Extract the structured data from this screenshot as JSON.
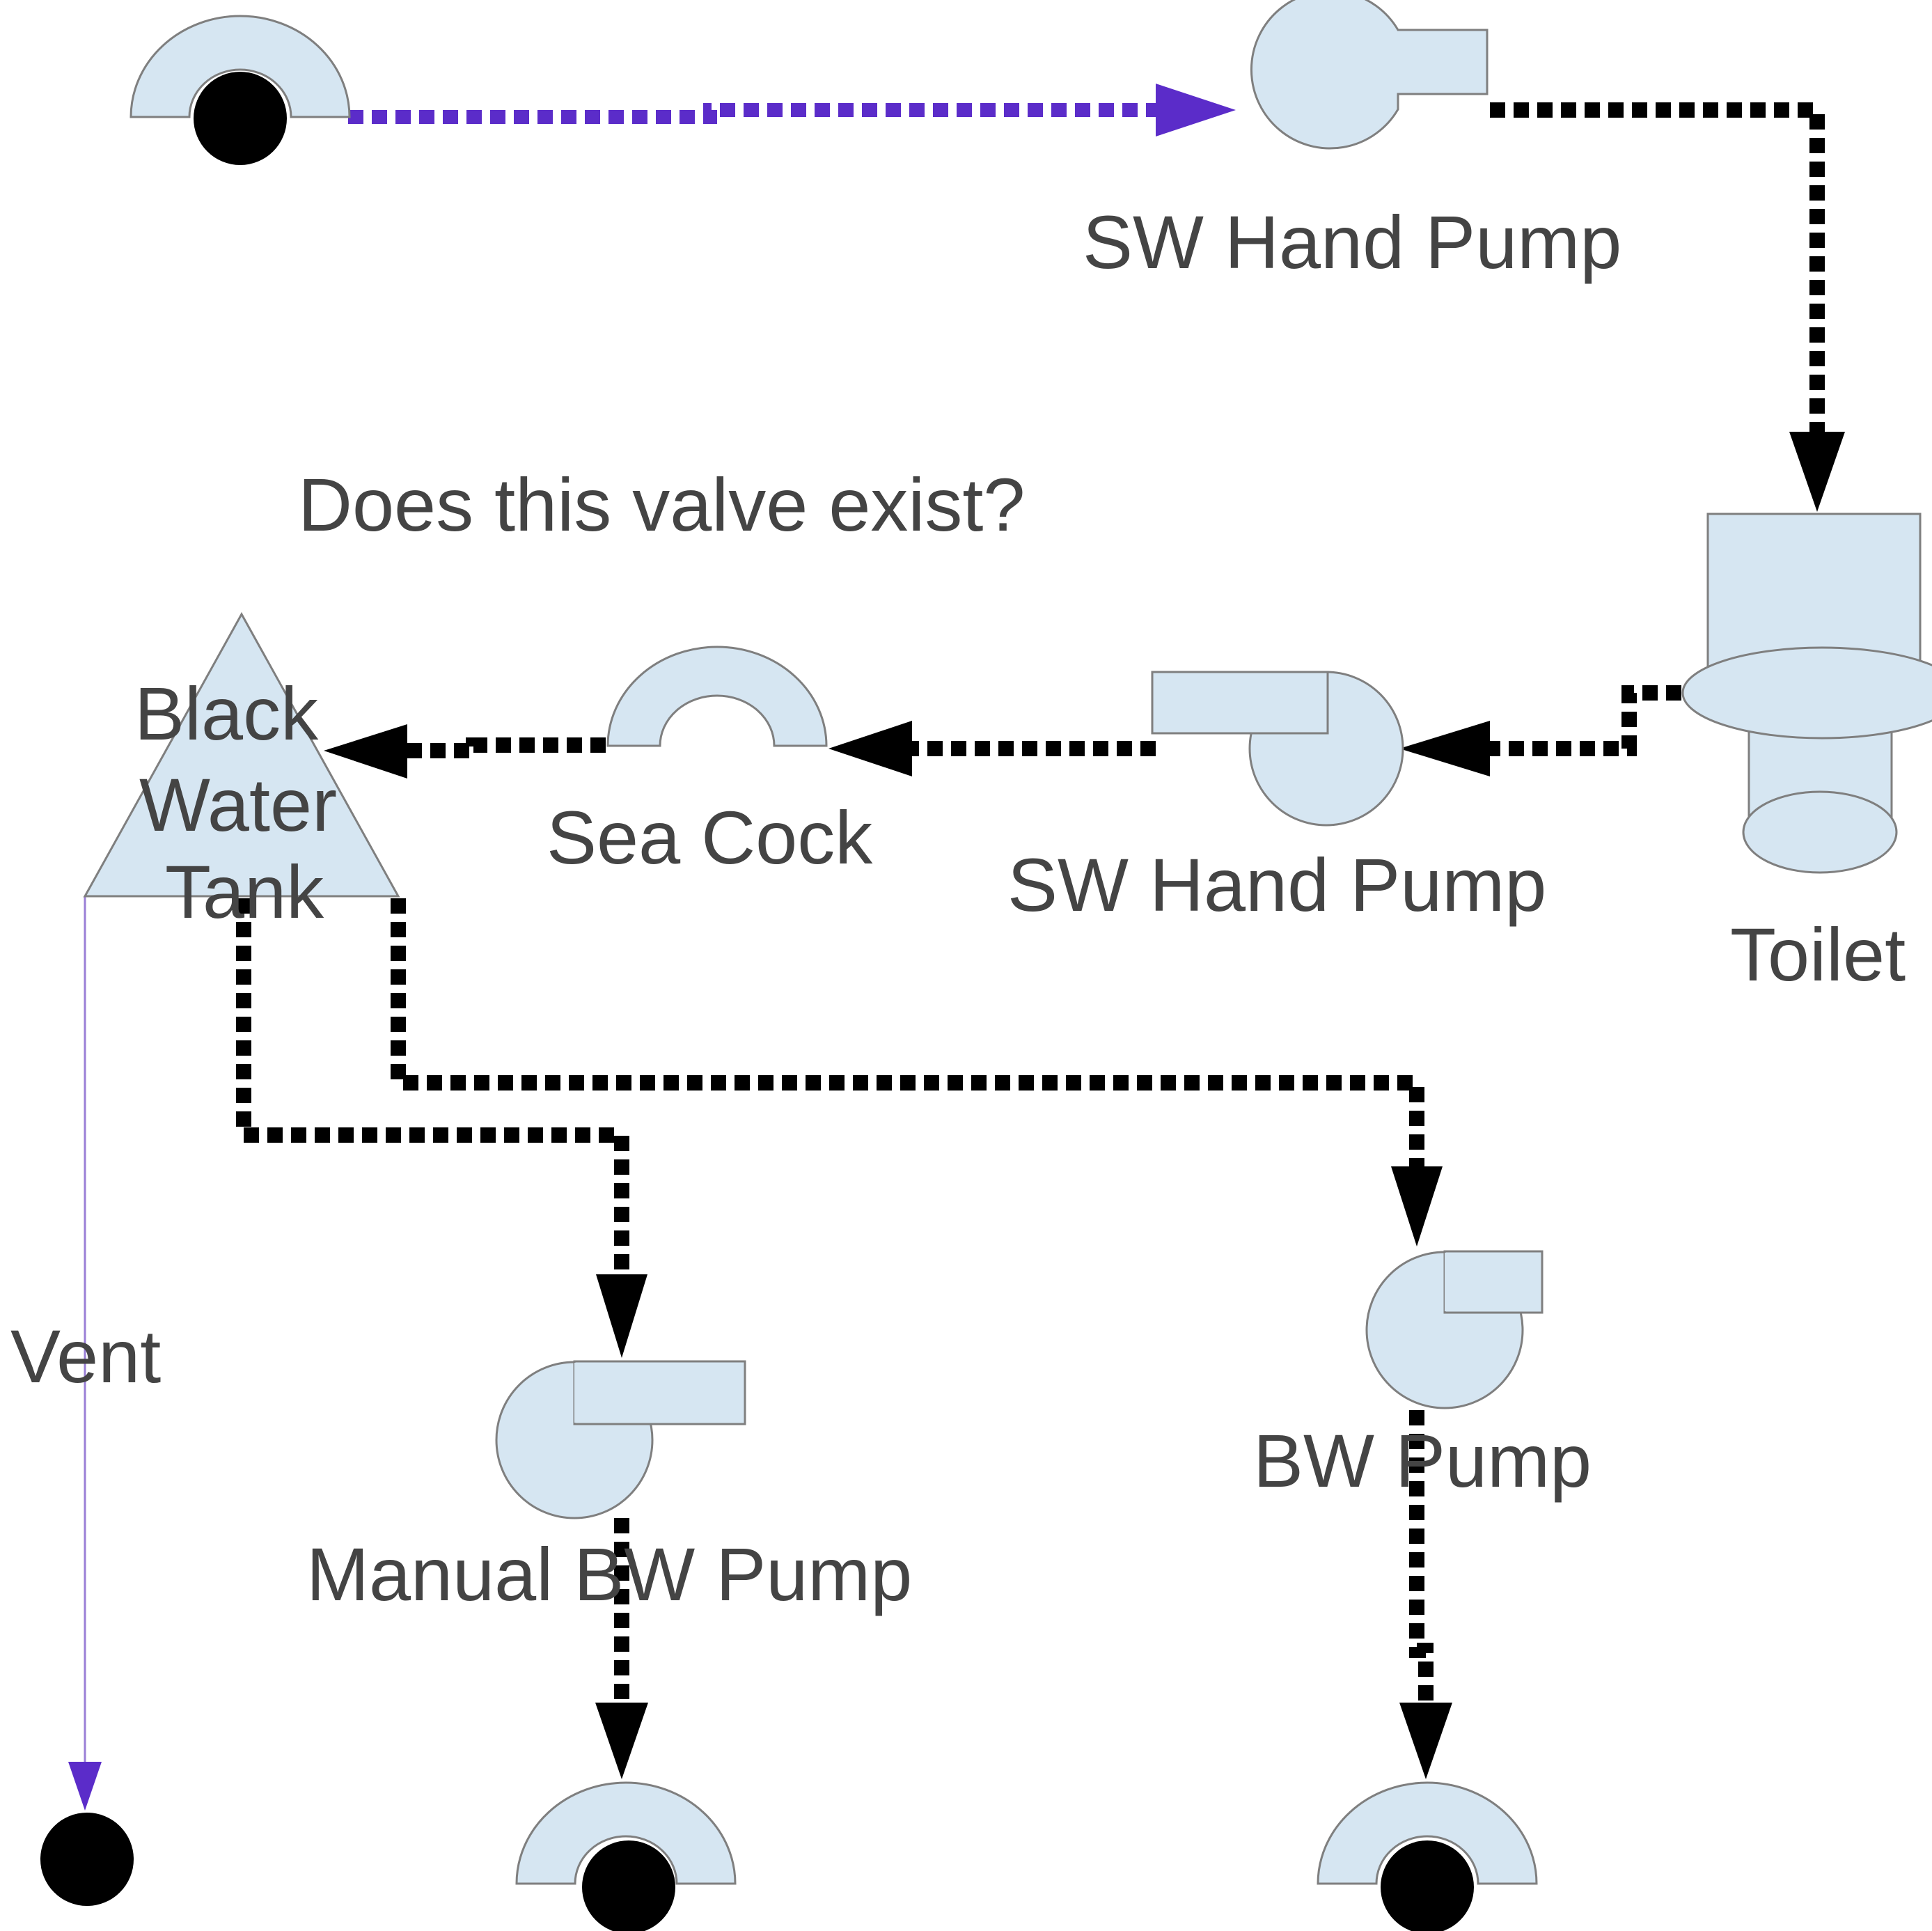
{
  "diagram": {
    "question": "Does this valve exist?",
    "sw_hand_pump_top": "SW Hand Pump",
    "sw_hand_pump_mid": "SW Hand Pump",
    "toilet": "Toilet",
    "sea_cock": "Sea Cock",
    "tank_line1": "Black",
    "tank_line2": "Water",
    "tank_line3": "Tank",
    "vent": "Vent",
    "manual_bw_pump": "Manual BW Pump",
    "bw_pump": "BW Pump"
  },
  "colors": {
    "component_fill": "#d6e6f2",
    "flow_line": "#000000",
    "intake_line": "#5b2cc9",
    "label_text": "#444444"
  }
}
